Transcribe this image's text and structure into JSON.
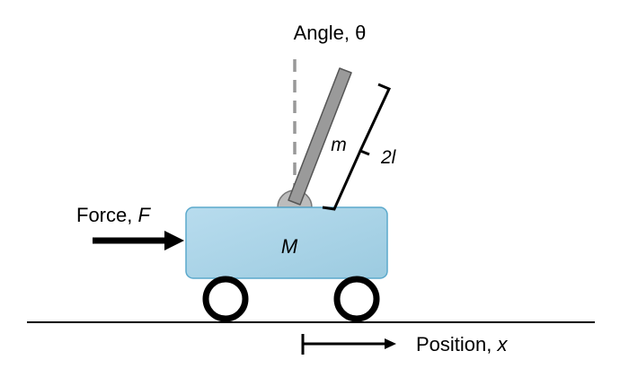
{
  "diagram": {
    "angle_label": "Angle, θ",
    "length_label": "2l",
    "pole_mass_label": "m",
    "cart_mass_label": "M",
    "force_label_prefix": "Force, ",
    "force_label_symbol": "F",
    "position_label_prefix": "Position, ",
    "position_label_symbol": "x"
  },
  "colors": {
    "cart_fill": "#a9d4e8",
    "cart_stroke": "#5ba9cc",
    "pole_fill": "#9a9a9a",
    "pivot_fill": "#bcbcbc",
    "vertical_reference": "#999999",
    "ink": "#000000"
  }
}
